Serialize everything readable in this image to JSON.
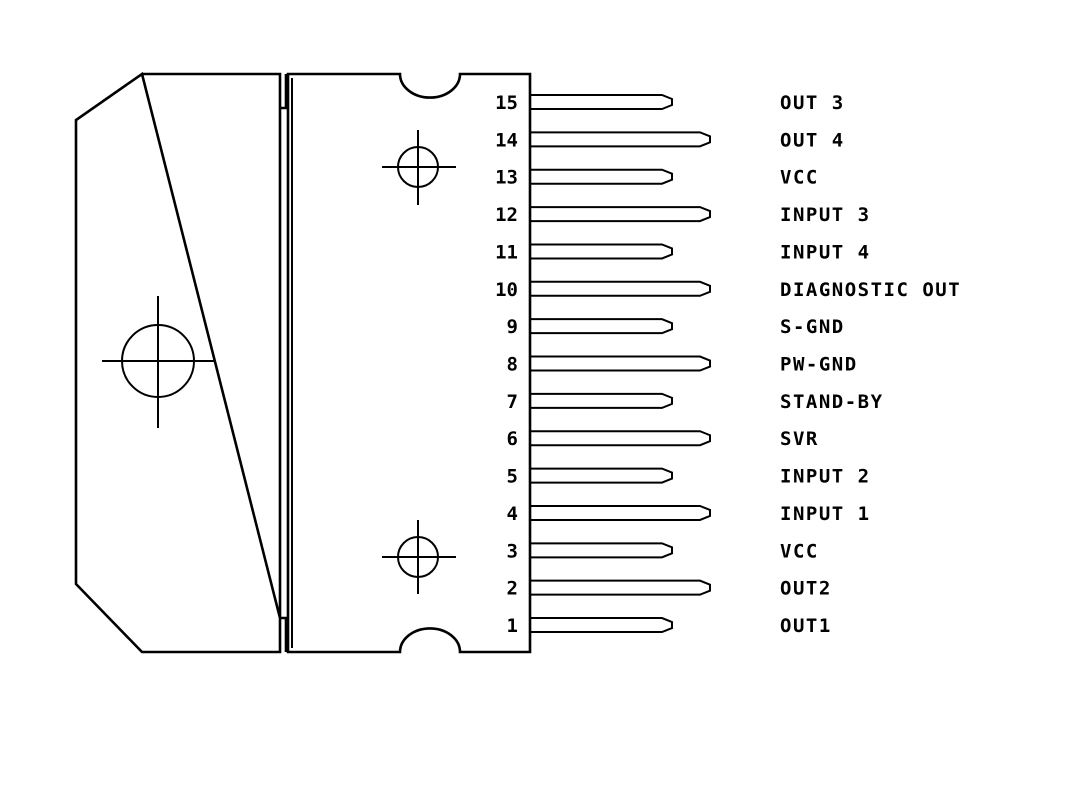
{
  "colors": {
    "line": "#000000",
    "background": "#ffffff"
  },
  "pins": [
    {
      "number": "15",
      "label": "OUT 3"
    },
    {
      "number": "14",
      "label": "OUT 4"
    },
    {
      "number": "13",
      "label": "VCC"
    },
    {
      "number": "12",
      "label": "INPUT 3"
    },
    {
      "number": "11",
      "label": "INPUT 4"
    },
    {
      "number": "10",
      "label": "DIAGNOSTIC OUT"
    },
    {
      "number": "9",
      "label": "S-GND"
    },
    {
      "number": "8",
      "label": "PW-GND"
    },
    {
      "number": "7",
      "label": "STAND-BY"
    },
    {
      "number": "6",
      "label": "SVR"
    },
    {
      "number": "5",
      "label": "INPUT 2"
    },
    {
      "number": "4",
      "label": "INPUT 1"
    },
    {
      "number": "3",
      "label": "VCC"
    },
    {
      "number": "2",
      "label": "OUT2"
    },
    {
      "number": "1",
      "label": "OUT1"
    }
  ]
}
